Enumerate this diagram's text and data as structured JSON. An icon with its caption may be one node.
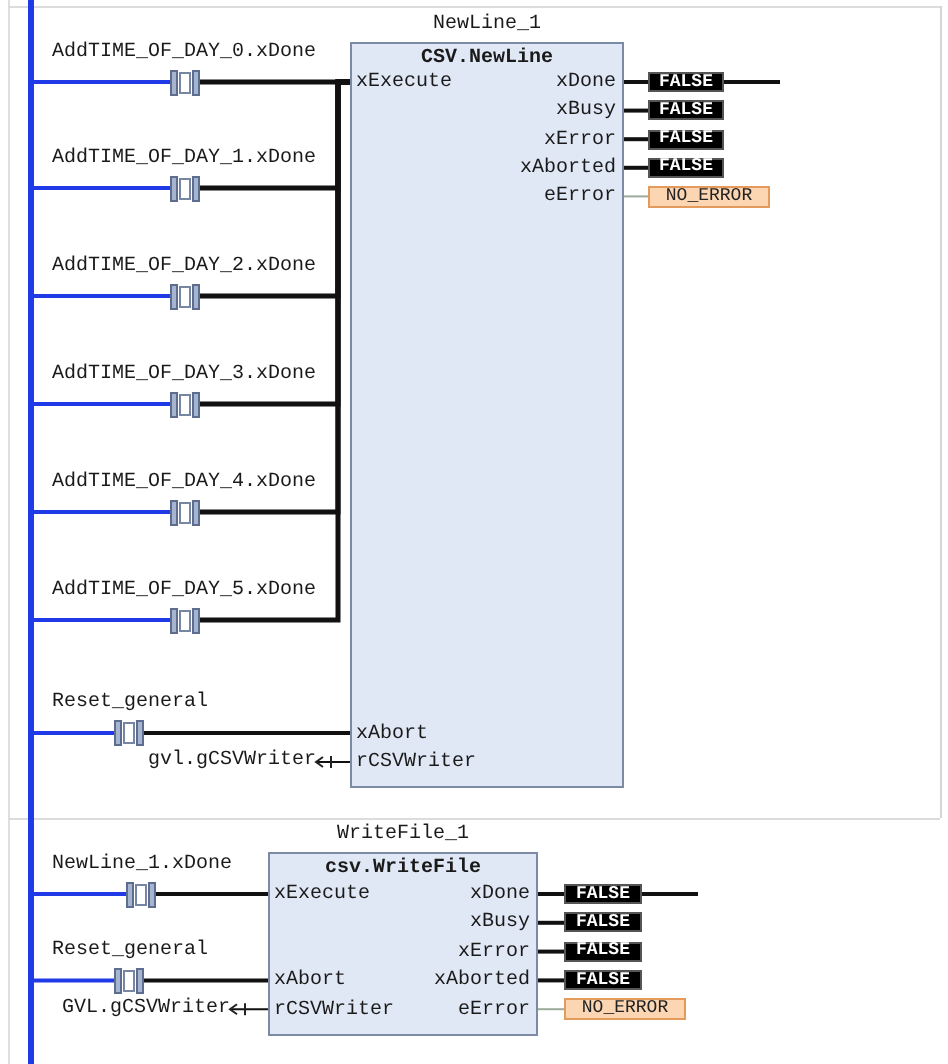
{
  "diagram": {
    "nodes": [
      {
        "text": [],
        "shape": "bar"
      },
      {
        "text": [],
        "shape": "contact",
        "beside": [
          "AddTIME_OF_DAY_0.xDone"
        ]
      },
      {
        "text": [],
        "shape": "contact",
        "beside": [
          "AddTIME_OF_DAY_1.xDone"
        ]
      },
      {
        "text": [],
        "shape": "contact",
        "beside": [
          "AddTIME_OF_DAY_2.xDone"
        ]
      },
      {
        "text": [],
        "shape": "contact",
        "beside": [
          "AddTIME_OF_DAY_3.xDone"
        ]
      },
      {
        "text": [],
        "shape": "contact",
        "beside": [
          "AddTIME_OF_DAY_4.xDone"
        ]
      },
      {
        "text": [],
        "shape": "contact",
        "beside": [
          "AddTIME_OF_DAY_5.xDone"
        ]
      },
      {
        "text": [],
        "shape": "contact",
        "beside": [
          "Reset_general"
        ]
      },
      {
        "text": [
          "gvl.gCSVWriter"
        ]
      },
      {
        "text": [
          "CSV.NewLine",
          "xExecute",
          "xDone",
          "xBusy",
          "xError",
          "xAborted",
          "eError",
          "xAbort",
          "rCSVWriter"
        ],
        "beside": [
          "NewLine_1"
        ]
      },
      {
        "text": [
          "FALSE"
        ]
      },
      {
        "text": [
          "FALSE"
        ]
      },
      {
        "text": [
          "FALSE"
        ]
      },
      {
        "text": [
          "FALSE"
        ]
      },
      {
        "text": [
          "NO_ERROR"
        ]
      },
      {
        "text": [],
        "shape": "contact",
        "beside": [
          "NewLine_1.xDone"
        ]
      },
      {
        "text": [],
        "shape": "contact",
        "beside": [
          "Reset_general"
        ]
      },
      {
        "text": [
          "GVL.gCSVWriter"
        ]
      },
      {
        "text": [
          "csv.WriteFile",
          "xExecute",
          "xDone",
          "xBusy",
          "xError",
          "xAbort",
          "xAborted",
          "rCSVWriter",
          "eError"
        ],
        "beside": [
          "WriteFile_1"
        ]
      },
      {
        "text": [
          "FALSE"
        ]
      },
      {
        "text": [
          "FALSE"
        ]
      },
      {
        "text": [
          "FALSE"
        ]
      },
      {
        "text": [
          "FALSE"
        ]
      },
      {
        "text": [
          "NO_ERROR"
        ]
      }
    ],
    "edges": [
      {
        "from": 0,
        "to": 1,
        "arrow": "none",
        "color": "#1f3ae6"
      },
      {
        "from": 0,
        "to": 2,
        "arrow": "none",
        "color": "#1f3ae6"
      },
      {
        "from": 0,
        "to": 3,
        "arrow": "none",
        "color": "#1f3ae6"
      },
      {
        "from": 0,
        "to": 4,
        "arrow": "none",
        "color": "#1f3ae6"
      },
      {
        "from": 0,
        "to": 5,
        "arrow": "none",
        "color": "#1f3ae6"
      },
      {
        "from": 0,
        "to": 6,
        "arrow": "none",
        "color": "#1f3ae6"
      },
      {
        "from": 0,
        "to": 7,
        "arrow": "none",
        "color": "#1f3ae6"
      },
      {
        "from": 1,
        "to": 9,
        "arrow": "none"
      },
      {
        "from": 2,
        "to": 9,
        "arrow": "none"
      },
      {
        "from": 3,
        "to": 9,
        "arrow": "none"
      },
      {
        "from": 4,
        "to": 9,
        "arrow": "none"
      },
      {
        "from": 5,
        "to": 9,
        "arrow": "none"
      },
      {
        "from": 6,
        "to": 9,
        "arrow": "none"
      },
      {
        "from": 7,
        "to": 9,
        "arrow": "none"
      },
      {
        "from": 9,
        "to": 8,
        "arrow": "to"
      },
      {
        "from": 9,
        "to": 10,
        "arrow": "none"
      },
      {
        "from": 9,
        "to": 11,
        "arrow": "none"
      },
      {
        "from": 9,
        "to": 12,
        "arrow": "none"
      },
      {
        "from": 9,
        "to": 13,
        "arrow": "none"
      },
      {
        "from": 9,
        "to": 14,
        "arrow": "none",
        "color": "#9eab9c"
      },
      {
        "from": 10,
        "to": null,
        "arrow": "none"
      },
      {
        "from": 0,
        "to": 15,
        "arrow": "none",
        "color": "#1f3ae6"
      },
      {
        "from": 0,
        "to": 16,
        "arrow": "none",
        "color": "#1f3ae6"
      },
      {
        "from": 15,
        "to": 18,
        "arrow": "none"
      },
      {
        "from": 16,
        "to": 18,
        "arrow": "none"
      },
      {
        "from": 18,
        "to": 17,
        "arrow": "to"
      },
      {
        "from": 18,
        "to": 19,
        "arrow": "none"
      },
      {
        "from": 18,
        "to": 20,
        "arrow": "none"
      },
      {
        "from": 18,
        "to": 21,
        "arrow": "none"
      },
      {
        "from": 18,
        "to": 22,
        "arrow": "none"
      },
      {
        "from": 18,
        "to": 23,
        "arrow": "none",
        "color": "#9eab9c"
      },
      {
        "from": 19,
        "to": null,
        "arrow": "none"
      }
    ]
  }
}
